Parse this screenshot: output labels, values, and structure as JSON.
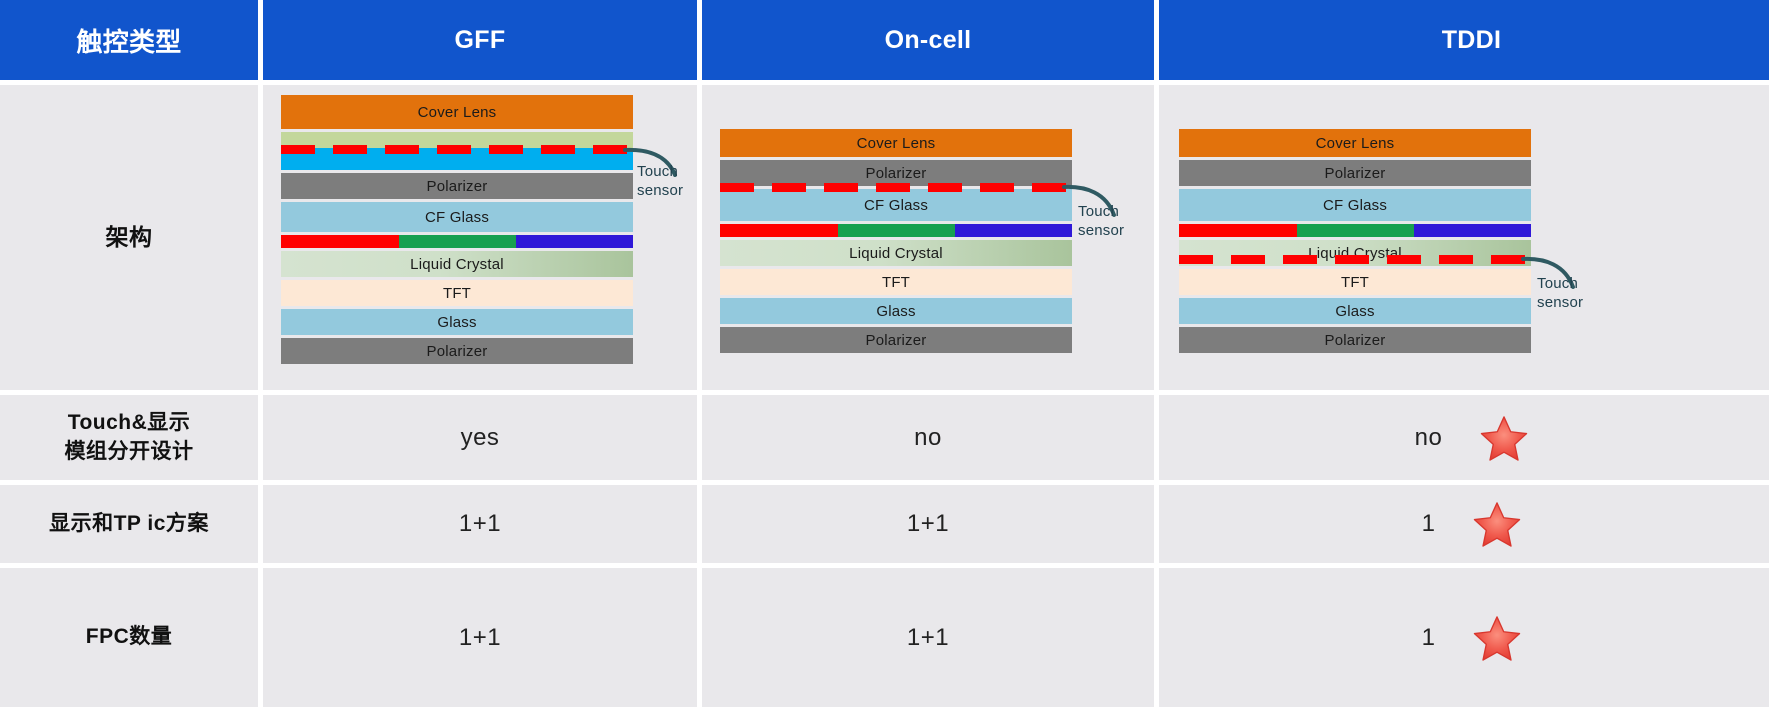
{
  "table": {
    "header": [
      {
        "label": "触控类型",
        "lang": "zh"
      },
      {
        "label": "GFF",
        "lang": "en"
      },
      {
        "label": "On-cell",
        "lang": "en"
      },
      {
        "label": "TDDI",
        "lang": "en"
      }
    ],
    "rows": [
      {
        "label": "架构",
        "type": "diagram",
        "cells": [
          "gff-stack",
          "oncell-stack",
          "tddi-stack"
        ]
      },
      {
        "label_line1": "Touch&显示",
        "label_line2": "模组分开设计",
        "type": "text",
        "cells": [
          "yes",
          "no",
          "no"
        ],
        "star": [
          false,
          false,
          true
        ]
      },
      {
        "label": "显示和TP ic方案",
        "type": "text",
        "cells": [
          "1+1",
          "1+1",
          "1"
        ],
        "star": [
          false,
          false,
          true
        ]
      },
      {
        "label": "FPC数量",
        "type": "text",
        "cells": [
          "1+1",
          "1+1",
          "1"
        ],
        "star": [
          false,
          false,
          true
        ]
      }
    ]
  },
  "diagrams": {
    "annotation": {
      "line1": "Touch",
      "line2": "sensor"
    },
    "gff": {
      "layers": [
        {
          "name": "cover-lens",
          "label": "Cover Lens"
        },
        {
          "name": "oca-adhesive",
          "label": ""
        },
        {
          "name": "ito-film",
          "label": ""
        },
        {
          "name": "polarizer-top",
          "label": "Polarizer"
        },
        {
          "name": "cf-glass",
          "label": "CF Glass"
        },
        {
          "name": "color-filter-rgb",
          "label": ""
        },
        {
          "name": "liquid-crystal",
          "label": "Liquid Crystal"
        },
        {
          "name": "tft",
          "label": "TFT"
        },
        {
          "name": "glass",
          "label": "Glass"
        },
        {
          "name": "polarizer-bottom",
          "label": "Polarizer"
        }
      ]
    },
    "oncell": {
      "layers": [
        {
          "name": "cover-lens",
          "label": "Cover Lens"
        },
        {
          "name": "polarizer-top",
          "label": "Polarizer"
        },
        {
          "name": "cf-glass",
          "label": "CF Glass"
        },
        {
          "name": "color-filter-rgb",
          "label": ""
        },
        {
          "name": "liquid-crystal",
          "label": "Liquid Crystal"
        },
        {
          "name": "tft",
          "label": "TFT"
        },
        {
          "name": "glass",
          "label": "Glass"
        },
        {
          "name": "polarizer-bottom",
          "label": "Polarizer"
        }
      ]
    },
    "tddi": {
      "layers": [
        {
          "name": "cover-lens",
          "label": "Cover Lens"
        },
        {
          "name": "polarizer-top",
          "label": "Polarizer"
        },
        {
          "name": "cf-glass",
          "label": "CF Glass"
        },
        {
          "name": "color-filter-rgb",
          "label": ""
        },
        {
          "name": "liquid-crystal",
          "label": "Liquid Crystal"
        },
        {
          "name": "tft",
          "label": "TFT"
        },
        {
          "name": "glass",
          "label": "Glass"
        },
        {
          "name": "polarizer-bottom",
          "label": "Polarizer"
        }
      ]
    }
  },
  "colors": {
    "header_blue": "#1155cc",
    "cell_gray": "#e9e8eb",
    "cover_lens": "#e2720c",
    "polarizer": "#7d7d7d",
    "cf_glass": "#93c9dd",
    "liquid_crystal": "#cfe0c9",
    "tft": "#fde8d5",
    "ito_film": "#00aeef",
    "oca": "#c3d79b",
    "sensor_red": "#ff0000",
    "star_red": "#ef4a45",
    "leader_line": "#2f5a62"
  }
}
